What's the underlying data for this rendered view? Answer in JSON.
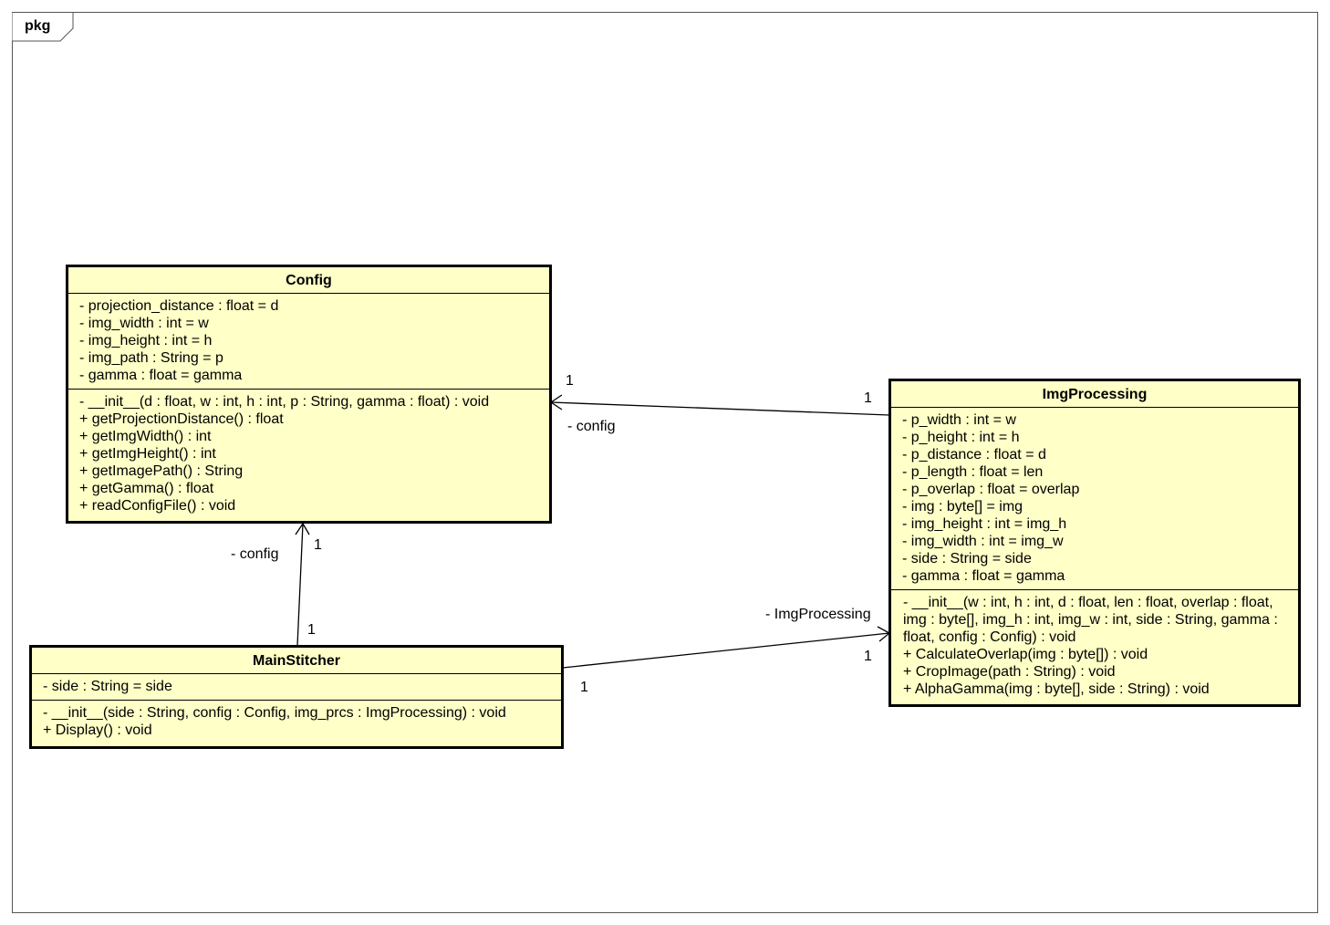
{
  "frame": {
    "label": "pkg"
  },
  "classes": {
    "config": {
      "name": "Config",
      "attributes": [
        "- projection_distance : float = d",
        "- img_width : int = w",
        "- img_height : int = h",
        "- img_path : String = p",
        "- gamma : float = gamma"
      ],
      "operations": [
        "- __init__(d : float, w : int, h : int, p : String, gamma : float) : void",
        "+ getProjectionDistance() : float",
        "+ getImgWidth() : int",
        "+ getImgHeight() : int",
        "+ getImagePath() : String",
        "+ getGamma() : float",
        "+ readConfigFile() : void"
      ]
    },
    "imgprocessing": {
      "name": "ImgProcessing",
      "attributes": [
        "- p_width : int = w",
        "- p_height : int = h",
        "- p_distance : float = d",
        "- p_length : float = len",
        "- p_overlap : float = overlap",
        "- img : byte[] = img",
        "- img_height : int = img_h",
        "- img_width : int = img_w",
        "- side : String = side",
        "- gamma : float = gamma"
      ],
      "operations": [
        "- __init__(w : int, h : int, d : float, len : float, overlap : float, img : byte[], img_h : int, img_w : int, side : String, gamma : float, config : Config) : void",
        "+ CalculateOverlap(img : byte[]) : void",
        "+ CropImage(path : String) : void",
        "+ AlphaGamma(img : byte[], side : String) : void"
      ]
    },
    "mainstitcher": {
      "name": "MainStitcher",
      "attributes": [
        "- side : String = side"
      ],
      "operations": [
        "- __init__(side : String, config : Config, img_prcs : ImgProcessing) : void",
        "+ Display() : void"
      ]
    }
  },
  "associations": {
    "img_to_config": {
      "role": "- config",
      "target_mult": "1",
      "source_mult": "1"
    },
    "main_to_config": {
      "role": "- config",
      "target_mult": "1",
      "source_mult": "1"
    },
    "main_to_img": {
      "role": "- ImgProcessing",
      "target_mult": "1",
      "source_mult": "1"
    }
  }
}
